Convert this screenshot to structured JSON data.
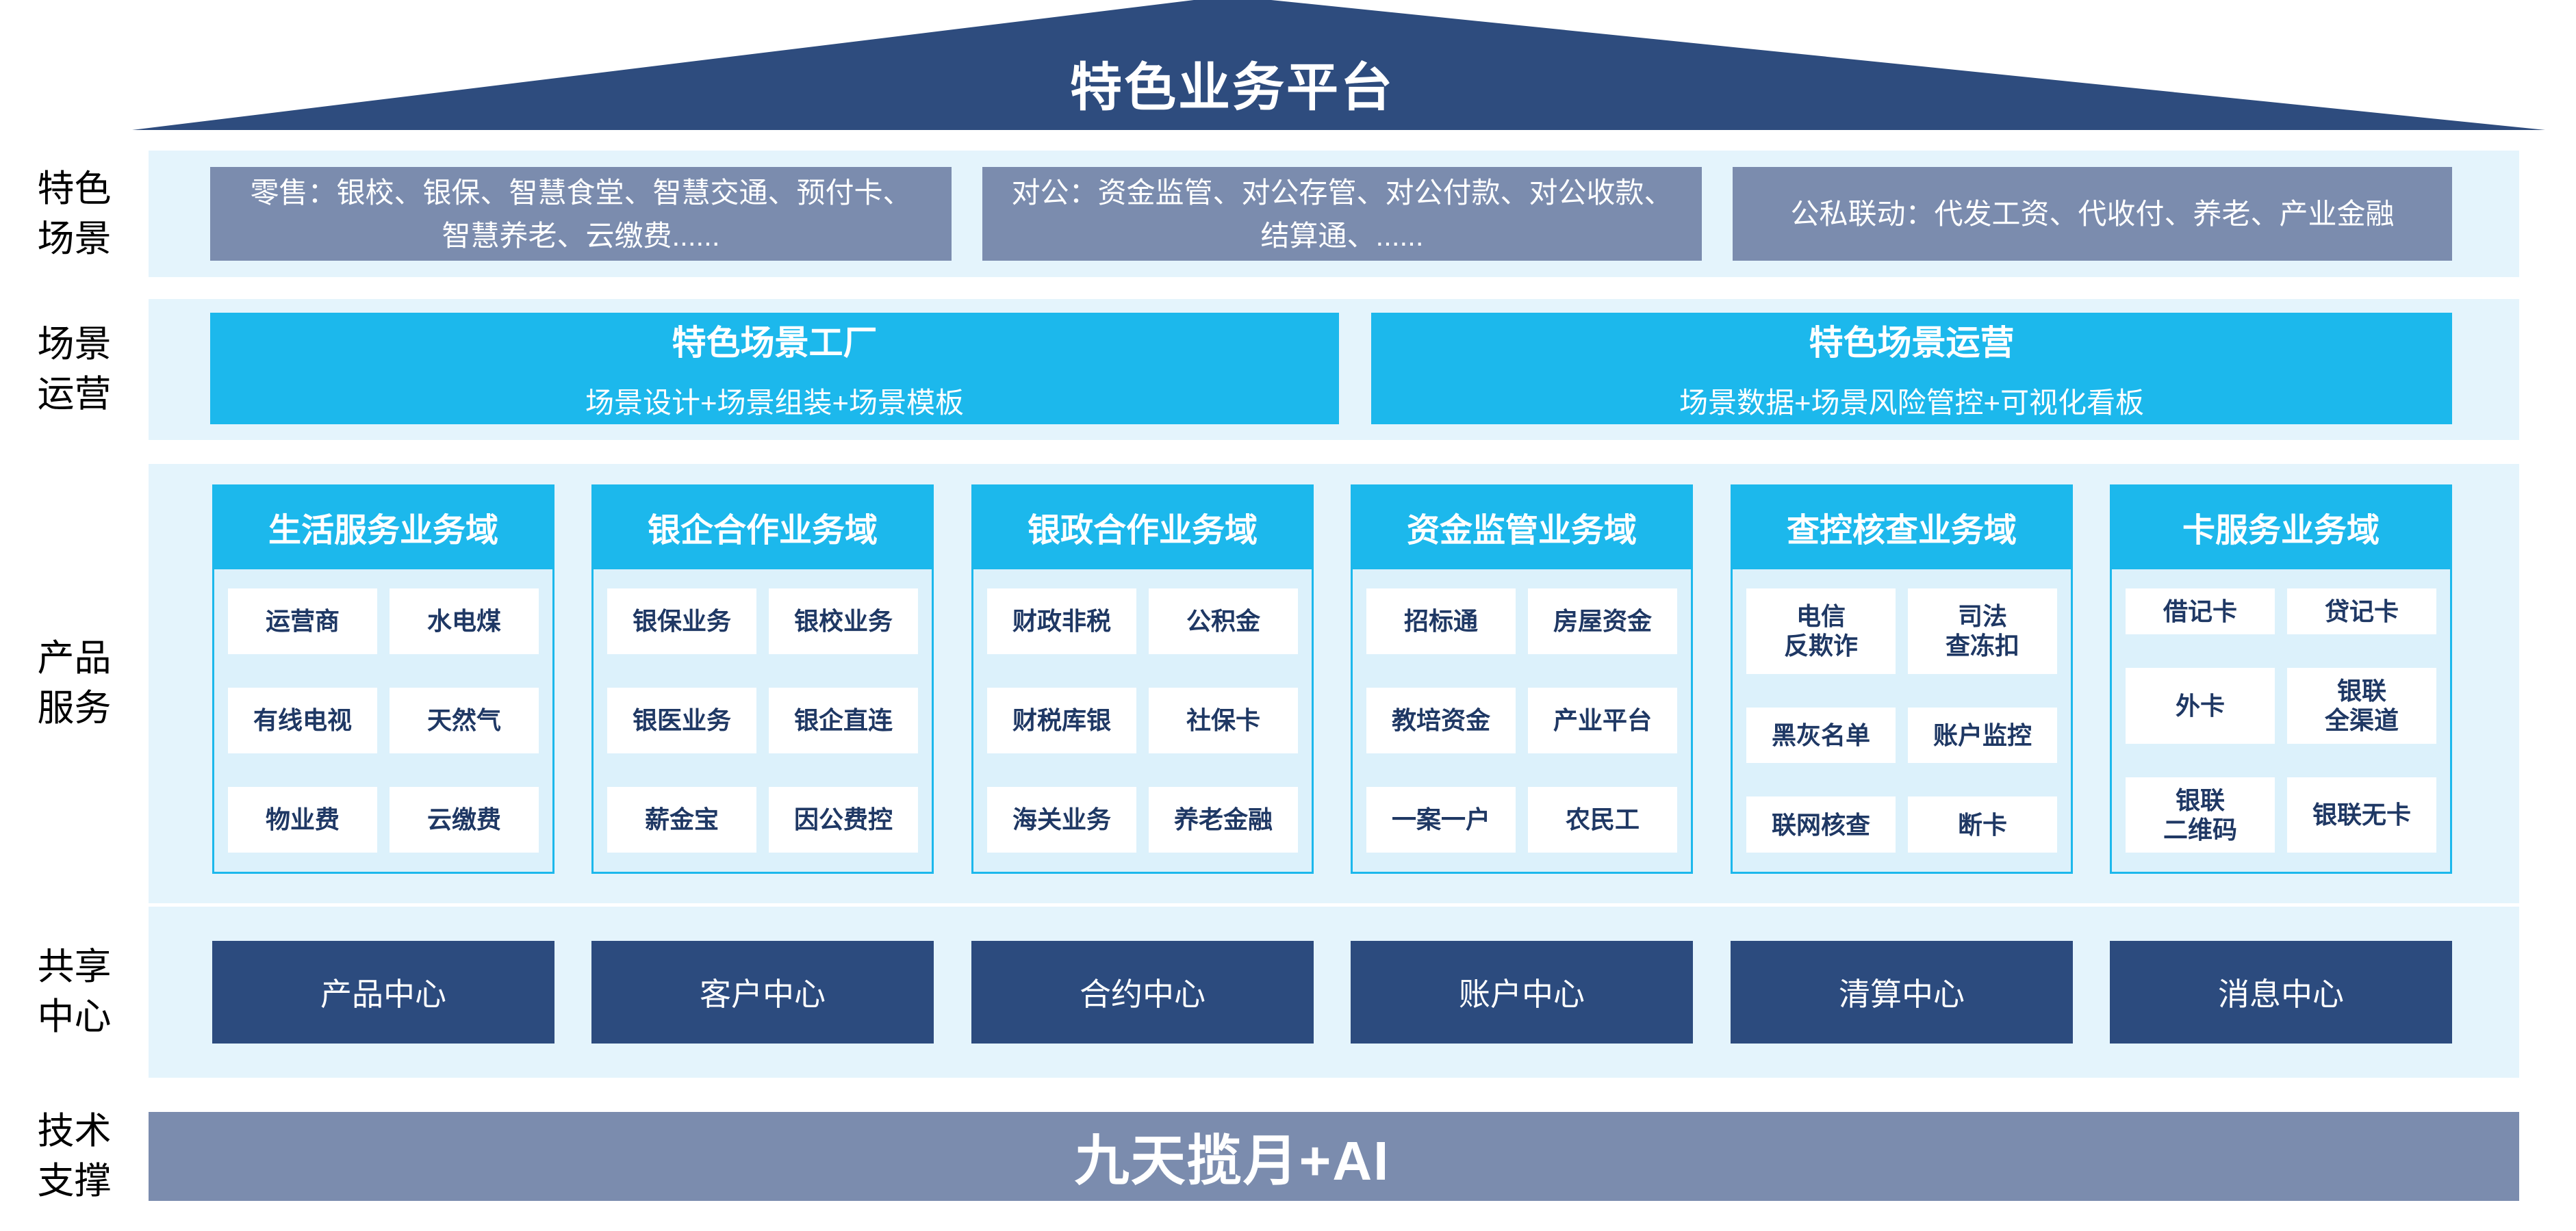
{
  "roof": {
    "title": "特色业务平台"
  },
  "colors": {
    "roof_navy": "#2E4C7E",
    "band_light_blue": "#E4F4FC",
    "slate_gray_blue": "#7B8CAE",
    "cyan": "#1CB8EC",
    "column_body_blue": "#DCF1FB",
    "cell_text_navy": "#1F3864",
    "center_navy": "#2C4B7E"
  },
  "side_labels": {
    "scenes": "特色\n场景",
    "operation": "场景\n运营",
    "products": "产品\n服务",
    "centers": "共享\n中心",
    "tech": "技术\n支撑"
  },
  "scenes": {
    "boxes": [
      {
        "text": "零售：银校、银保、智慧食堂、智慧交通、预付卡、智慧养老、云缴费......"
      },
      {
        "text": "对公：资金监管、对公存管、对公付款、对公收款、结算通、......"
      },
      {
        "text": "公私联动：代发工资、代收付、养老、产业金融"
      }
    ]
  },
  "operation": {
    "boxes": [
      {
        "title": "特色场景工厂",
        "subtitle": "场景设计+场景组装+场景模板"
      },
      {
        "title": "特色场景运营",
        "subtitle": "场景数据+场景风险管控+可视化看板"
      }
    ]
  },
  "products": {
    "columns": [
      {
        "header": "生活服务业务域",
        "cells": [
          "运营商",
          "水电煤",
          "有线电视",
          "天然气",
          "物业费",
          "云缴费"
        ]
      },
      {
        "header": "银企合作业务域",
        "cells": [
          "银保业务",
          "银校业务",
          "银医业务",
          "银企直连",
          "薪金宝",
          "因公费控"
        ]
      },
      {
        "header": "银政合作业务域",
        "cells": [
          "财政非税",
          "公积金",
          "财税库银",
          "社保卡",
          "海关业务",
          "养老金融"
        ]
      },
      {
        "header": "资金监管业务域",
        "cells": [
          "招标通",
          "房屋资金",
          "教培资金",
          "产业平台",
          "一案一户",
          "农民工"
        ]
      },
      {
        "header": "查控核查业务域",
        "cells": [
          "电信\n反欺诈",
          "司法\n查冻扣",
          "黑灰名单",
          "账户监控",
          "联网核查",
          "断卡"
        ]
      },
      {
        "header": "卡服务业务域",
        "cells": [
          "借记卡",
          "贷记卡",
          "外卡",
          "银联\n全渠道",
          "银联\n二维码",
          "银联无卡"
        ]
      }
    ]
  },
  "centers": {
    "boxes": [
      "产品中心",
      "客户中心",
      "合约中心",
      "账户中心",
      "清算中心",
      "消息中心"
    ]
  },
  "tech": {
    "text": "九天揽月+AI"
  }
}
